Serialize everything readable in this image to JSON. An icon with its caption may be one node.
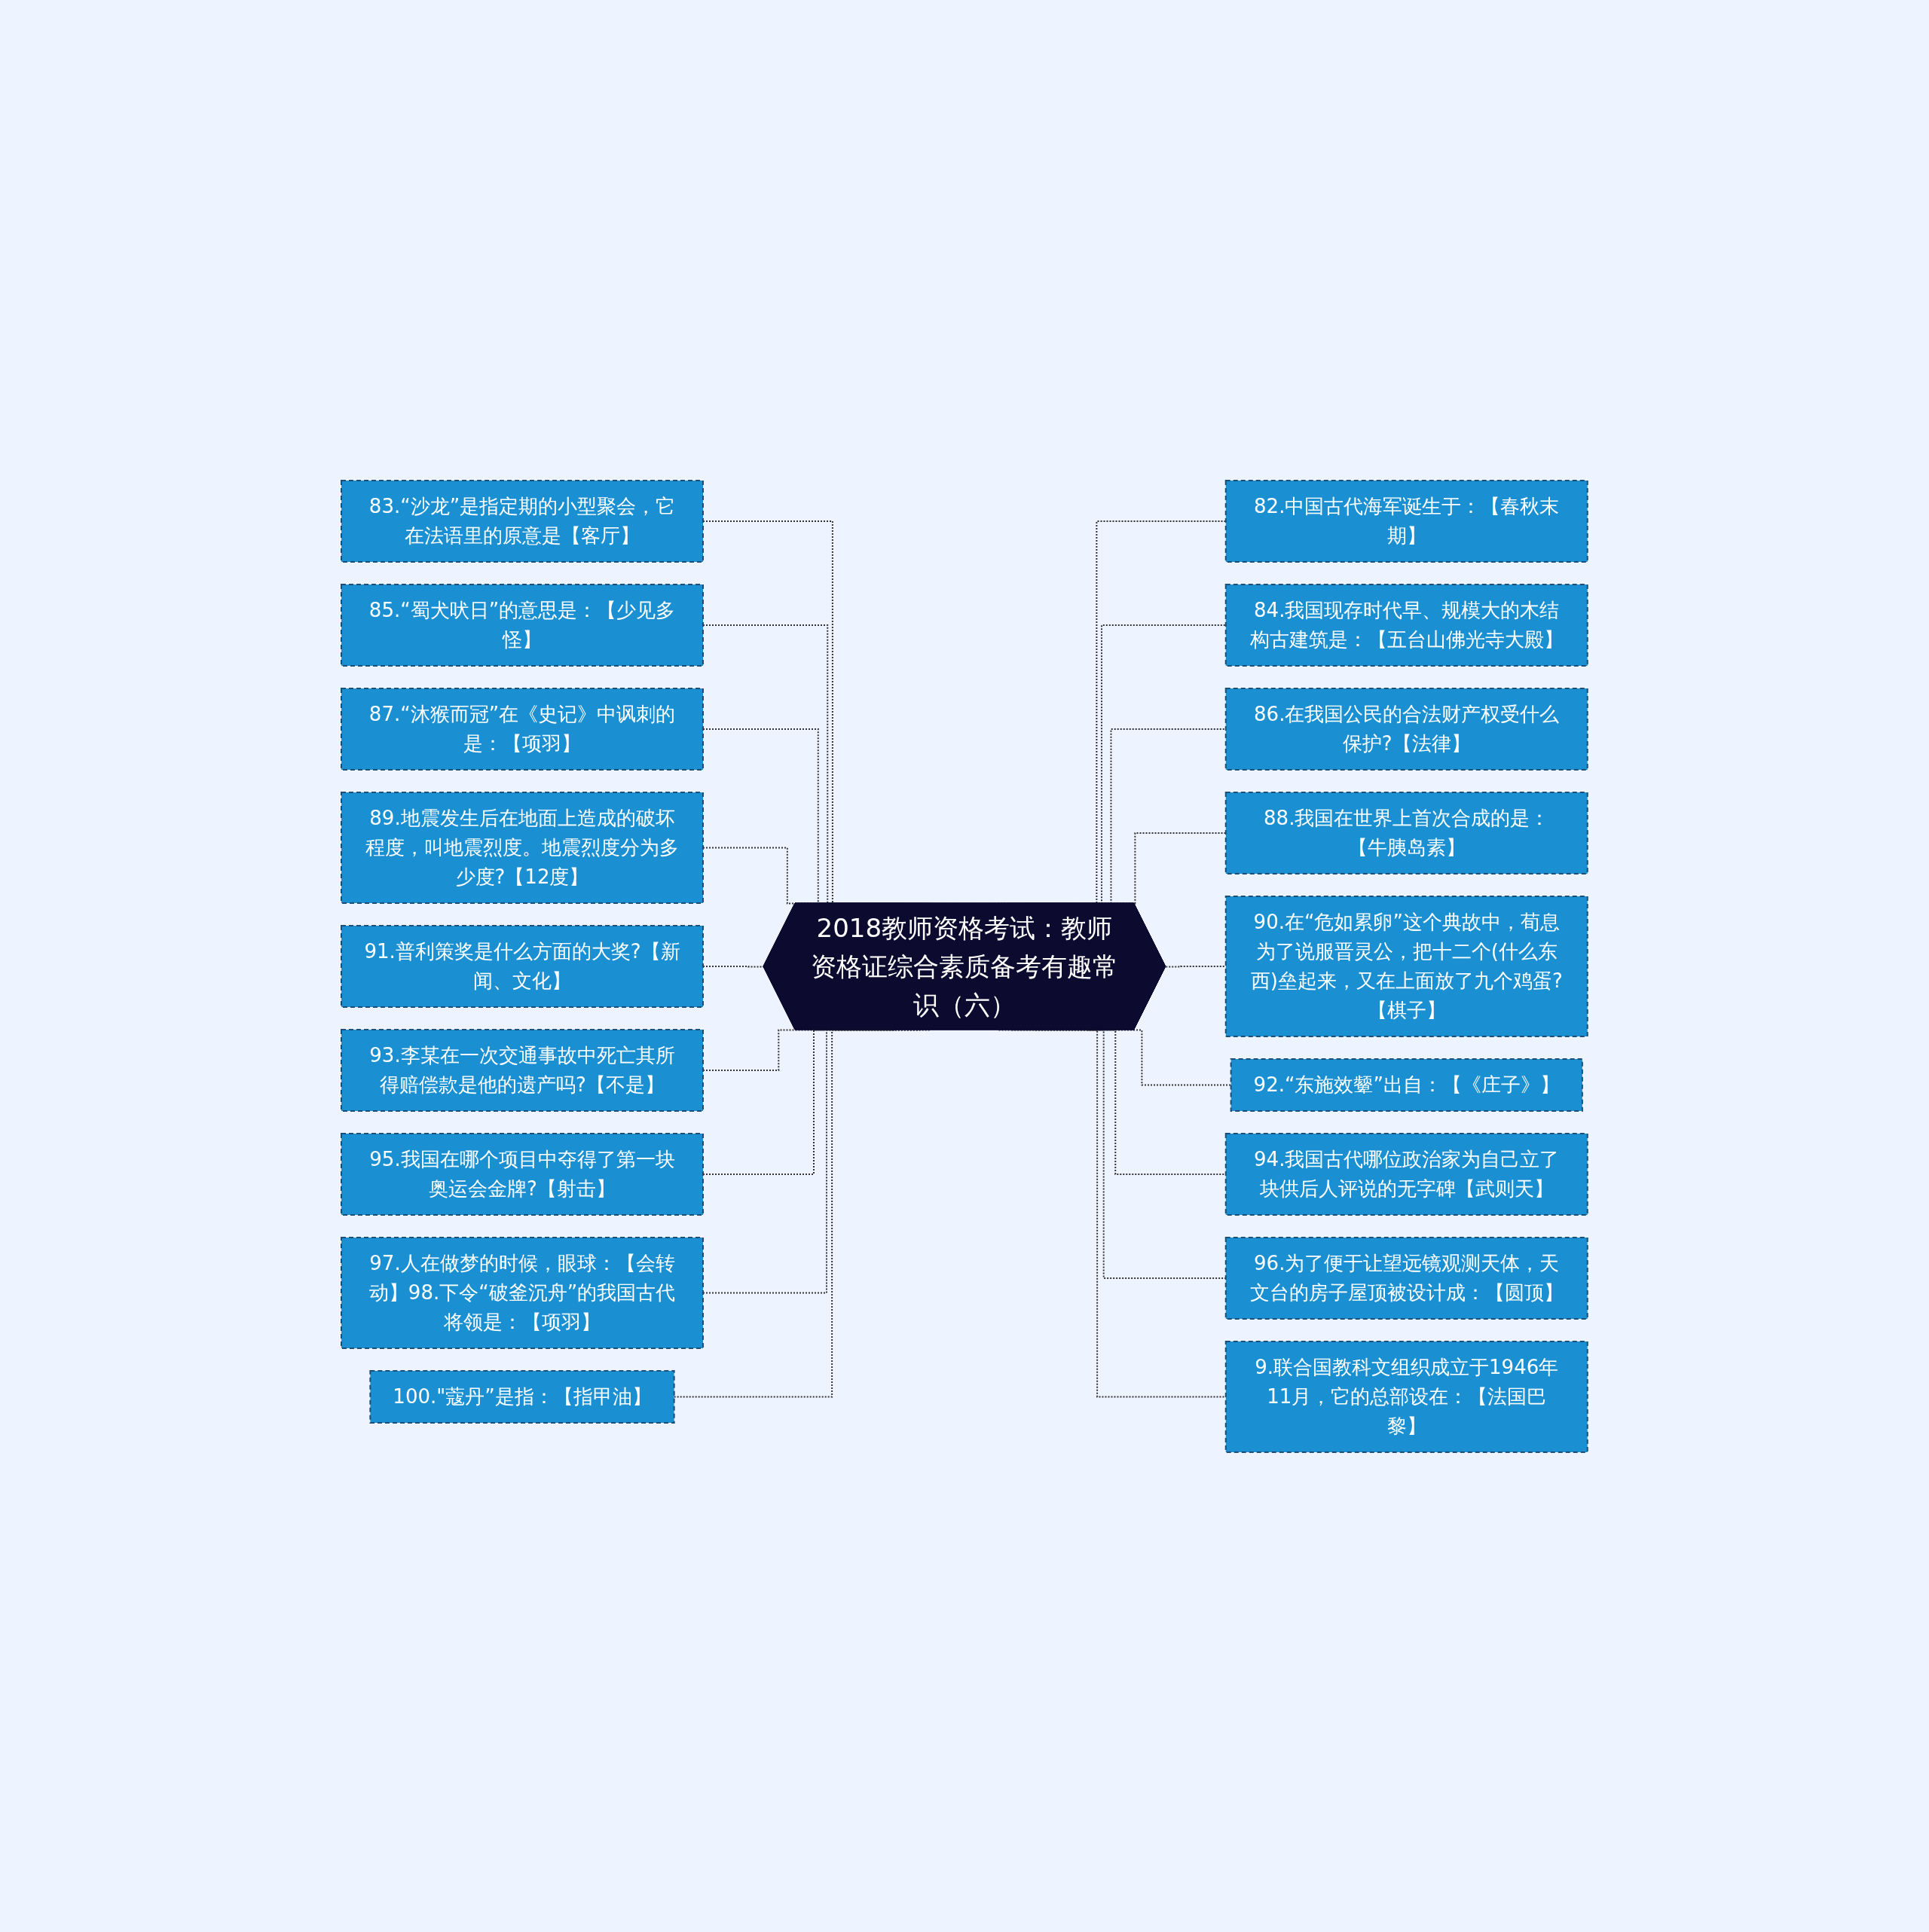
{
  "diagram": {
    "nodes": [
      {
        "text": [
          "2018教师资格考试：教师资格证综合素质备考有趣常识（六）"
        ]
      },
      {
        "text": [
          "83.“沙龙”是指定期的小型聚会，它在法语里的原意是【客厅】"
        ]
      },
      {
        "text": [
          "85.“蜀犬吠日”的意思是：【少见多怪】"
        ]
      },
      {
        "text": [
          "87.“沐猴而冠”在《史记》中讽刺的是：【项羽】"
        ]
      },
      {
        "text": [
          "89.地震发生后在地面上造成的破坏程度，叫地震烈度。地震烈度分为多少度?【12度】"
        ]
      },
      {
        "text": [
          "91.普利策奖是什么方面的大奖?【新闻、文化】"
        ]
      },
      {
        "text": [
          "93.李某在一次交通事故中死亡其所得赔偿款是他的遗产吗?【不是】"
        ]
      },
      {
        "text": [
          "95.我国在哪个项目中夺得了第一块奥运会金牌?【射击】"
        ]
      },
      {
        "text": [
          "97.人在做梦的时候，眼球：【会转动】98.下令“破釜沉舟”的我国古代将领是：【项羽】"
        ]
      },
      {
        "text": [
          "100.\"蔻丹”是指：【指甲油】"
        ]
      },
      {
        "text": [
          "82.中国古代海军诞生于：【春秋末期】"
        ]
      },
      {
        "text": [
          "84.我国现存时代早、规模大的木结构古建筑是：【五台山佛光寺大殿】"
        ]
      },
      {
        "text": [
          "86.在我国公民的合法财产权受什么保护?【法律】"
        ]
      },
      {
        "text": [
          "88.我国在世界上首次合成的是：【牛胰岛素】"
        ]
      },
      {
        "text": [
          "90.在“危如累卵”这个典故中，荀息为了说服晋灵公，把十二个(什么东西)垒起来，又在上面放了九个鸡蛋?【棋子】"
        ]
      },
      {
        "text": [
          "92.“东施效颦”出自：【《庄子》】"
        ]
      },
      {
        "text": [
          "94.我国古代哪位政治家为自己立了块供后人评说的无字碑【武则天】"
        ]
      },
      {
        "text": [
          "96.为了便于让望远镜观测天体，天文台的房子屋顶被设计成：【圆顶】"
        ]
      },
      {
        "text": [
          "9.联合国教科文组织成立于1946年11月，它的总部设在：【法国巴黎】"
        ]
      }
    ],
    "edges": [
      {
        "from": 1,
        "to": 0,
        "arrow": "none",
        "style": "dashed"
      },
      {
        "from": 2,
        "to": 0,
        "arrow": "none",
        "style": "dashed"
      },
      {
        "from": 3,
        "to": 0,
        "arrow": "none",
        "style": "dashed"
      },
      {
        "from": 4,
        "to": 0,
        "arrow": "none",
        "style": "dashed"
      },
      {
        "from": 5,
        "to": 0,
        "arrow": "none",
        "style": "dashed"
      },
      {
        "from": 6,
        "to": 0,
        "arrow": "none",
        "style": "dashed"
      },
      {
        "from": 7,
        "to": 0,
        "arrow": "none",
        "style": "dashed"
      },
      {
        "from": 8,
        "to": 0,
        "arrow": "none",
        "style": "dashed"
      },
      {
        "from": 9,
        "to": 0,
        "arrow": "none",
        "style": "dashed"
      },
      {
        "from": 0,
        "to": 10,
        "arrow": "none",
        "style": "dashed"
      },
      {
        "from": 0,
        "to": 11,
        "arrow": "none",
        "style": "dashed"
      },
      {
        "from": 0,
        "to": 12,
        "arrow": "none",
        "style": "dashed"
      },
      {
        "from": 0,
        "to": 13,
        "arrow": "none",
        "style": "dashed"
      },
      {
        "from": 0,
        "to": 14,
        "arrow": "none",
        "style": "dashed"
      },
      {
        "from": 0,
        "to": 15,
        "arrow": "none",
        "style": "dashed"
      },
      {
        "from": 0,
        "to": 16,
        "arrow": "none",
        "style": "dashed"
      },
      {
        "from": 0,
        "to": 17,
        "arrow": "none",
        "style": "dashed"
      },
      {
        "from": 0,
        "to": 18,
        "arrow": "none",
        "style": "dashed"
      }
    ]
  }
}
